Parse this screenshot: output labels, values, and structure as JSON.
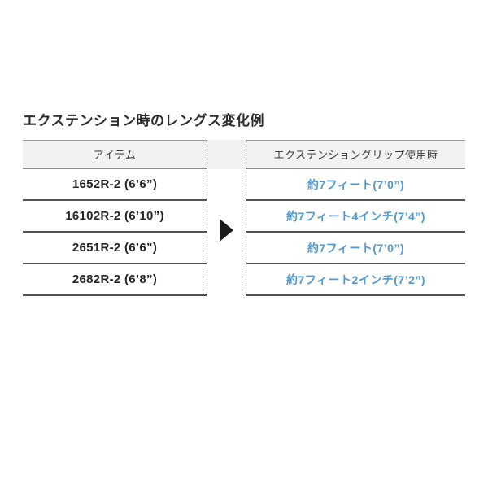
{
  "title": "エクステンション時のレングス変化例",
  "table": {
    "headers": {
      "item": "アイテム",
      "grip": "エクステンショングリップ使用時"
    },
    "rows": [
      {
        "item": "1652R-2 (6’6”)",
        "grip": "約7フィート(7’0”)"
      },
      {
        "item": "16102R-2 (6’10”)",
        "grip": "約7フィート4インチ(7’4”)"
      },
      {
        "item": "2651R-2 (6’6”)",
        "grip": "約7フィート(7’0”)"
      },
      {
        "item": "2682R-2 (6’8”)",
        "grip": "約7フィート2インチ(7’2”)"
      }
    ]
  },
  "icons": {
    "arrow": "right-triangle"
  },
  "colors": {
    "accent_blue": "#4f9ad6",
    "header_bg": "#f2f2f2",
    "line_dark": "#515151",
    "arrow_black": "#1c1c1c"
  }
}
